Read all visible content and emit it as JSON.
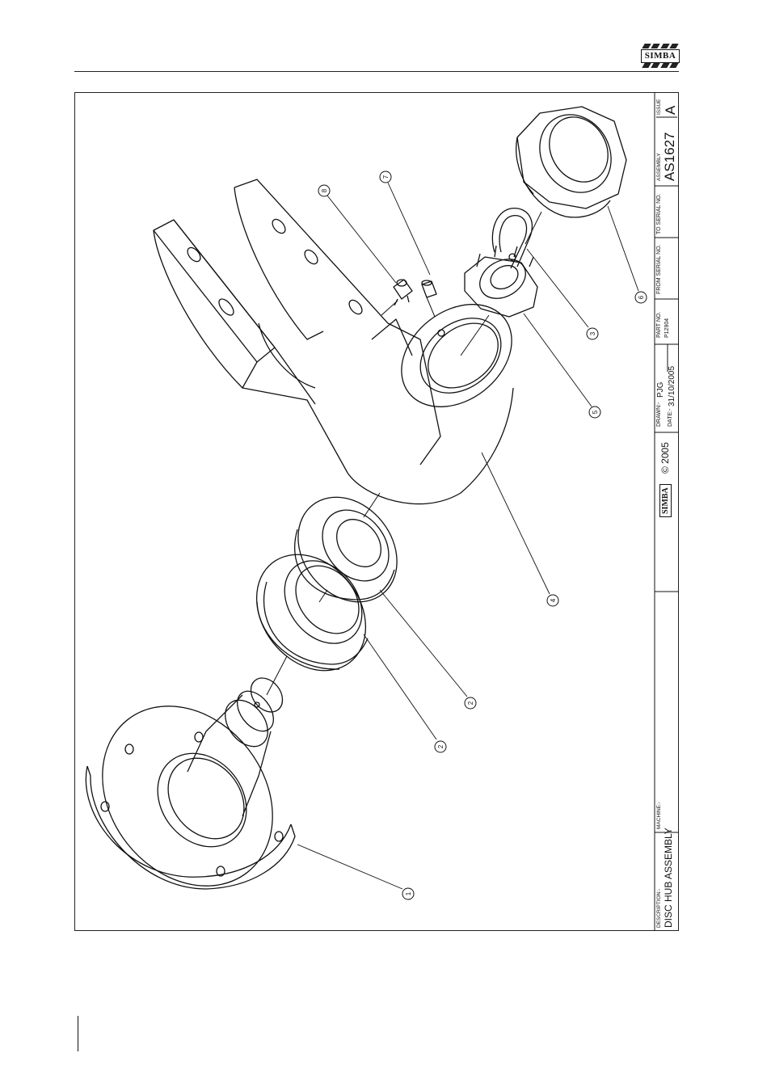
{
  "brand": {
    "logo_text": "SIMBA"
  },
  "title_block": {
    "description_label": "DESCRIPTION:-",
    "description": "DISC HUB ASSEMBLY",
    "machine_label": "MACHINE:-",
    "copyright_logo": "SIMBA",
    "copyright": "© 2005",
    "drawn_label": "DRAWN:-",
    "drawn_by": "PJG",
    "date_label": "DATE:-",
    "date": "31/10/2005",
    "part_no_label": "PART NO.",
    "part_no": "P12904",
    "from_serial_label": "FROM SERIAL NO.",
    "to_serial_label": "TO SERIAL NO.",
    "assembly_label": "ASSEMBLY",
    "assembly": "AS1627",
    "issue_label": "ISSUE",
    "issue": "A"
  },
  "balloons": [
    {
      "id": "balloon-1",
      "label": "1"
    },
    {
      "id": "balloon-2a",
      "label": "2"
    },
    {
      "id": "balloon-2b",
      "label": "2"
    },
    {
      "id": "balloon-3",
      "label": "3"
    },
    {
      "id": "balloon-4",
      "label": "4"
    },
    {
      "id": "balloon-5",
      "label": "5"
    },
    {
      "id": "balloon-6",
      "label": "6"
    },
    {
      "id": "balloon-7",
      "label": "7"
    },
    {
      "id": "balloon-8",
      "label": "8"
    }
  ],
  "colors": {
    "line": "#111111",
    "paper": "#ffffff"
  }
}
